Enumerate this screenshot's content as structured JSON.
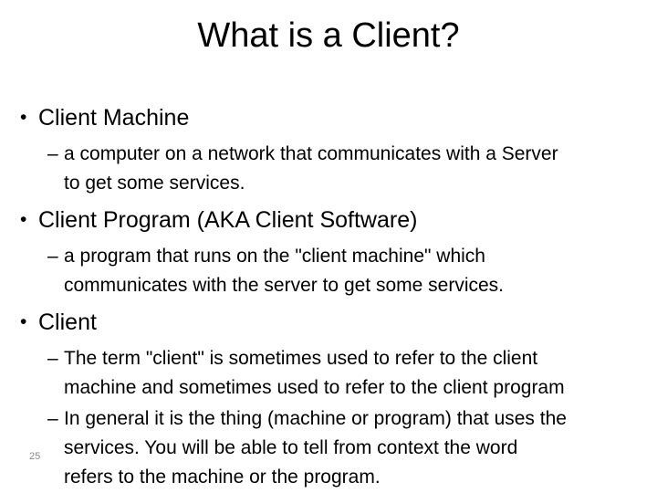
{
  "slide": {
    "title": "What is a Client?",
    "bullet_char": "•",
    "dash_char": "–",
    "page_number": "25",
    "colors": {
      "background": "#ffffff",
      "text": "#000000",
      "page_number": "#8a8a8a"
    },
    "bullets": [
      {
        "heading": "Client Machine",
        "subs": [
          "a computer on a network that communicates with a Server\nto get some services."
        ]
      },
      {
        "heading": "Client Program (AKA Client Software)",
        "subs": [
          "a program that runs on the \"client machine\" which\ncommunicates with the server to get some services."
        ]
      },
      {
        "heading": "Client",
        "subs": [
          "The term \"client\" is sometimes used to refer to the client\nmachine and sometimes used to refer to the client program",
          "In general it is the thing (machine or program) that uses the\nservices. You will be able to tell from context the word\nrefers to the machine or the program."
        ]
      }
    ]
  }
}
